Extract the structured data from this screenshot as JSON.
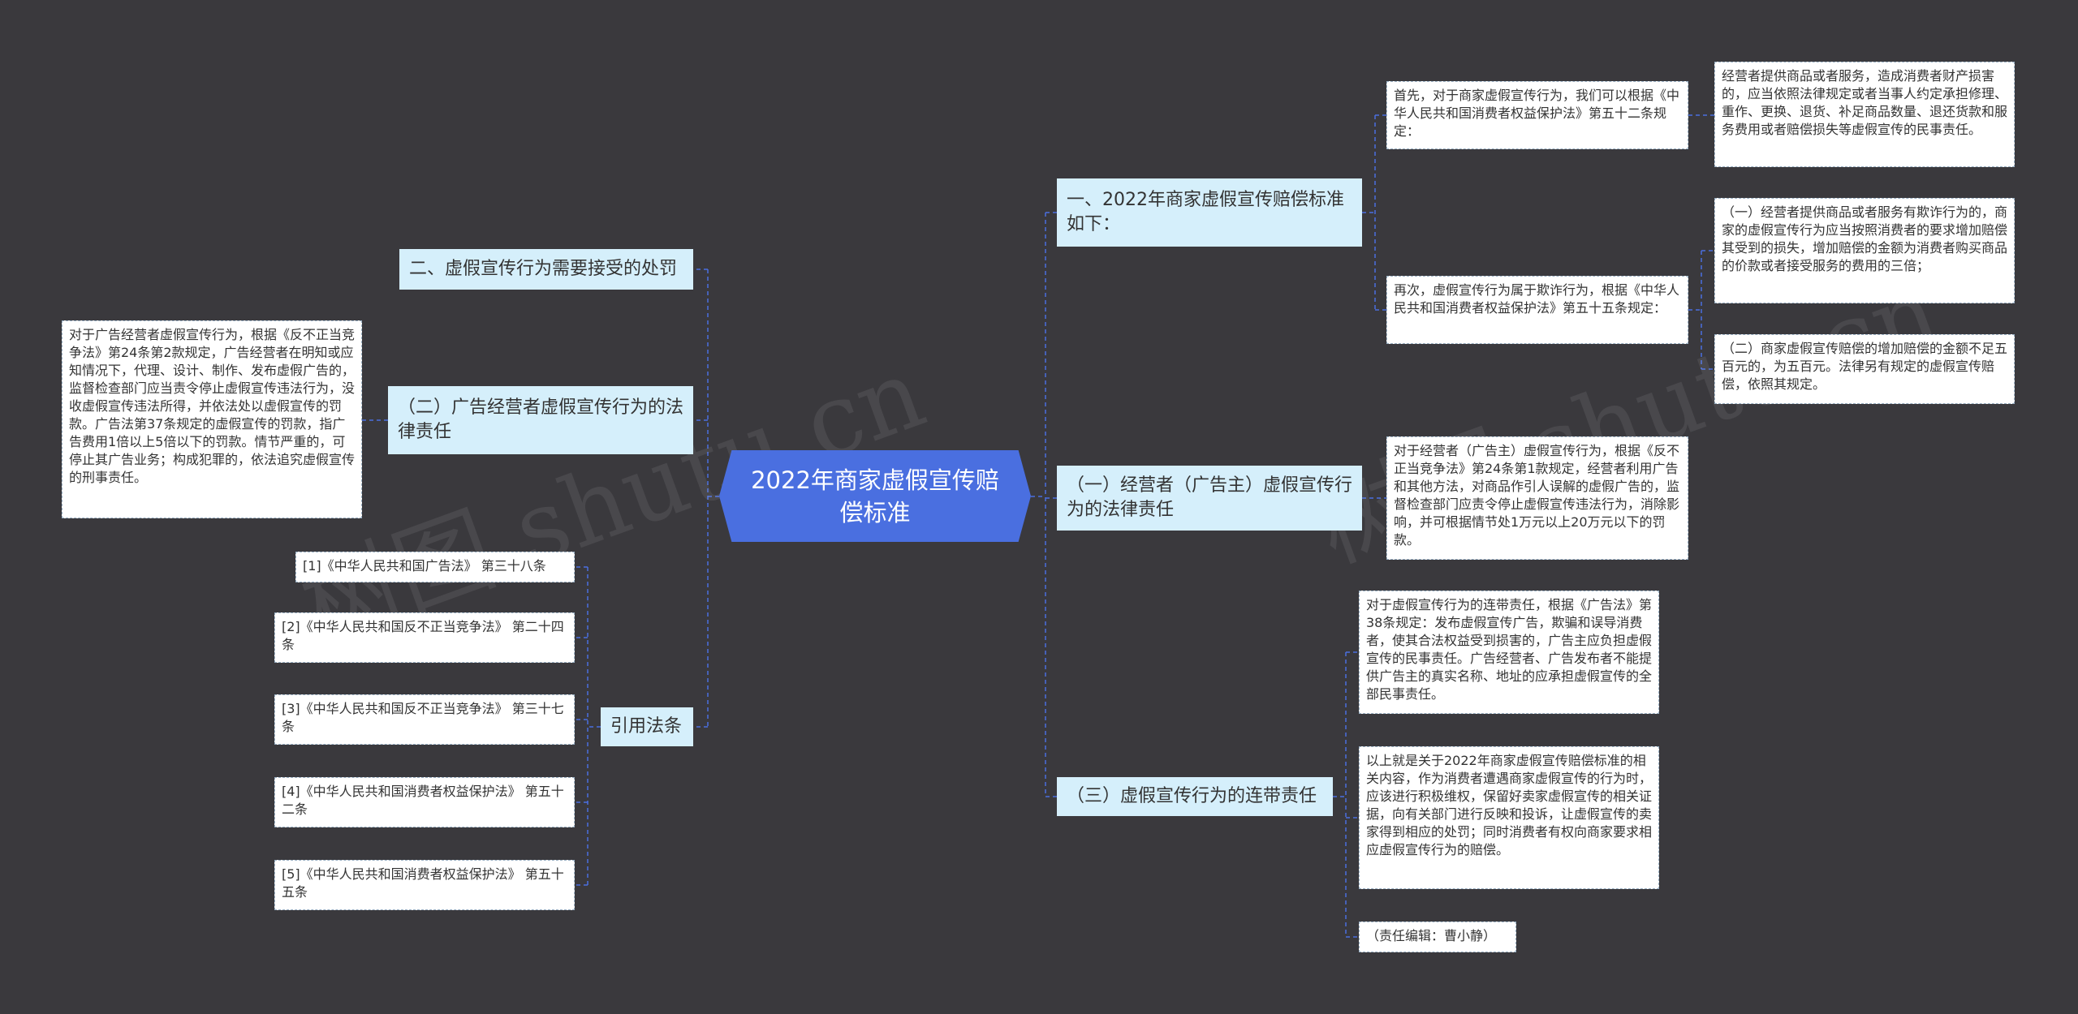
{
  "colors": {
    "background": "#3a393d",
    "root": "#4a6fe0",
    "branch": "#d5effb",
    "connector": "#4a6fe0"
  },
  "root": {
    "title": "2022年商家虚假宣传赔偿标准"
  },
  "right": {
    "b1": {
      "label": "一、2022年商家虚假宣传赔偿标准如下：",
      "c1": {
        "text": "首先，对于商家虚假宣传行为，我们可以根据《中华人民共和国消费者权益保护法》第五十二条规定：",
        "d1": "经营者提供商品或者服务，造成消费者财产损害的，应当依照法律规定或者当事人约定承担修理、重作、更换、退货、补足商品数量、退还货款和服务费用或者赔偿损失等虚假宣传的民事责任。"
      },
      "c2": {
        "text": "再次，虚假宣传行为属于欺诈行为，根据《中华人民共和国消费者权益保护法》第五十五条规定：",
        "d1": "（一）经营者提供商品或者服务有欺诈行为的，商家的虚假宣传行为应当按照消费者的要求增加赔偿其受到的损失，增加赔偿的金额为消费者购买商品的价款或者接受服务的费用的三倍；",
        "d2": "（二）商家虚假宣传赔偿的增加赔偿的金额不足五百元的，为五百元。法律另有规定的虚假宣传赔偿，依照其规定。"
      }
    },
    "b2": {
      "label": "（一）经营者（广告主）虚假宣传行为的法律责任",
      "c1": "对于经营者（广告主）虚假宣传行为，根据《反不正当竞争法》第24条第1款规定，经营者利用广告和其他方法，对商品作引人误解的虚假广告的，监督检查部门应责令停止虚假宣传违法行为，消除影响，并可根据情节处1万元以上20万元以下的罚款。"
    },
    "b3": {
      "label": "（三）虚假宣传行为的连带责任",
      "c1": "对于虚假宣传行为的连带责任，根据《广告法》第38条规定：发布虚假宣传广告，欺骗和误导消费者，使其合法权益受到损害的，广告主应负担虚假宣传的民事责任。广告经营者、广告发布者不能提供广告主的真实名称、地址的应承担虚假宣传的全部民事责任。",
      "c2": "以上就是关于2022年商家虚假宣传赔偿标准的相关内容，作为消费者遭遇商家虚假宣传的行为时，应该进行积极维权，保留好卖家虚假宣传的相关证据，向有关部门进行反映和投诉，让虚假宣传的卖家得到相应的处罚；同时消费者有权向商家要求相应虚假宣传行为的赔偿。",
      "c3": "（责任编辑：曹小静）"
    }
  },
  "left": {
    "b1": {
      "label": "二、虚假宣传行为需要接受的处罚"
    },
    "b2": {
      "label": "（二）广告经营者虚假宣传行为的法律责任",
      "c1": "对于广告经营者虚假宣传行为，根据《反不正当竞争法》第24条第2款规定，广告经营者在明知或应知情况下，代理、设计、制作、发布虚假广告的，监督检查部门应当责令停止虚假宣传违法行为，没收虚假宣传违法所得，并依法处以虚假宣传的罚款。广告法第37条规定的虚假宣传的罚款，指广告费用1倍以上5倍以下的罚款。情节严重的，可停止其广告业务；构成犯罪的，依法追究虚假宣传的刑事责任。"
    },
    "b3": {
      "label": "引用法条",
      "refs": [
        "[1]《中华人民共和国广告法》 第三十八条",
        "[2]《中华人民共和国反不正当竞争法》 第二十四条",
        "[3]《中华人民共和国反不正当竞争法》 第三十七条",
        "[4]《中华人民共和国消费者权益保护法》 第五十二条",
        "[5]《中华人民共和国消费者权益保护法》 第五十五条"
      ]
    }
  }
}
